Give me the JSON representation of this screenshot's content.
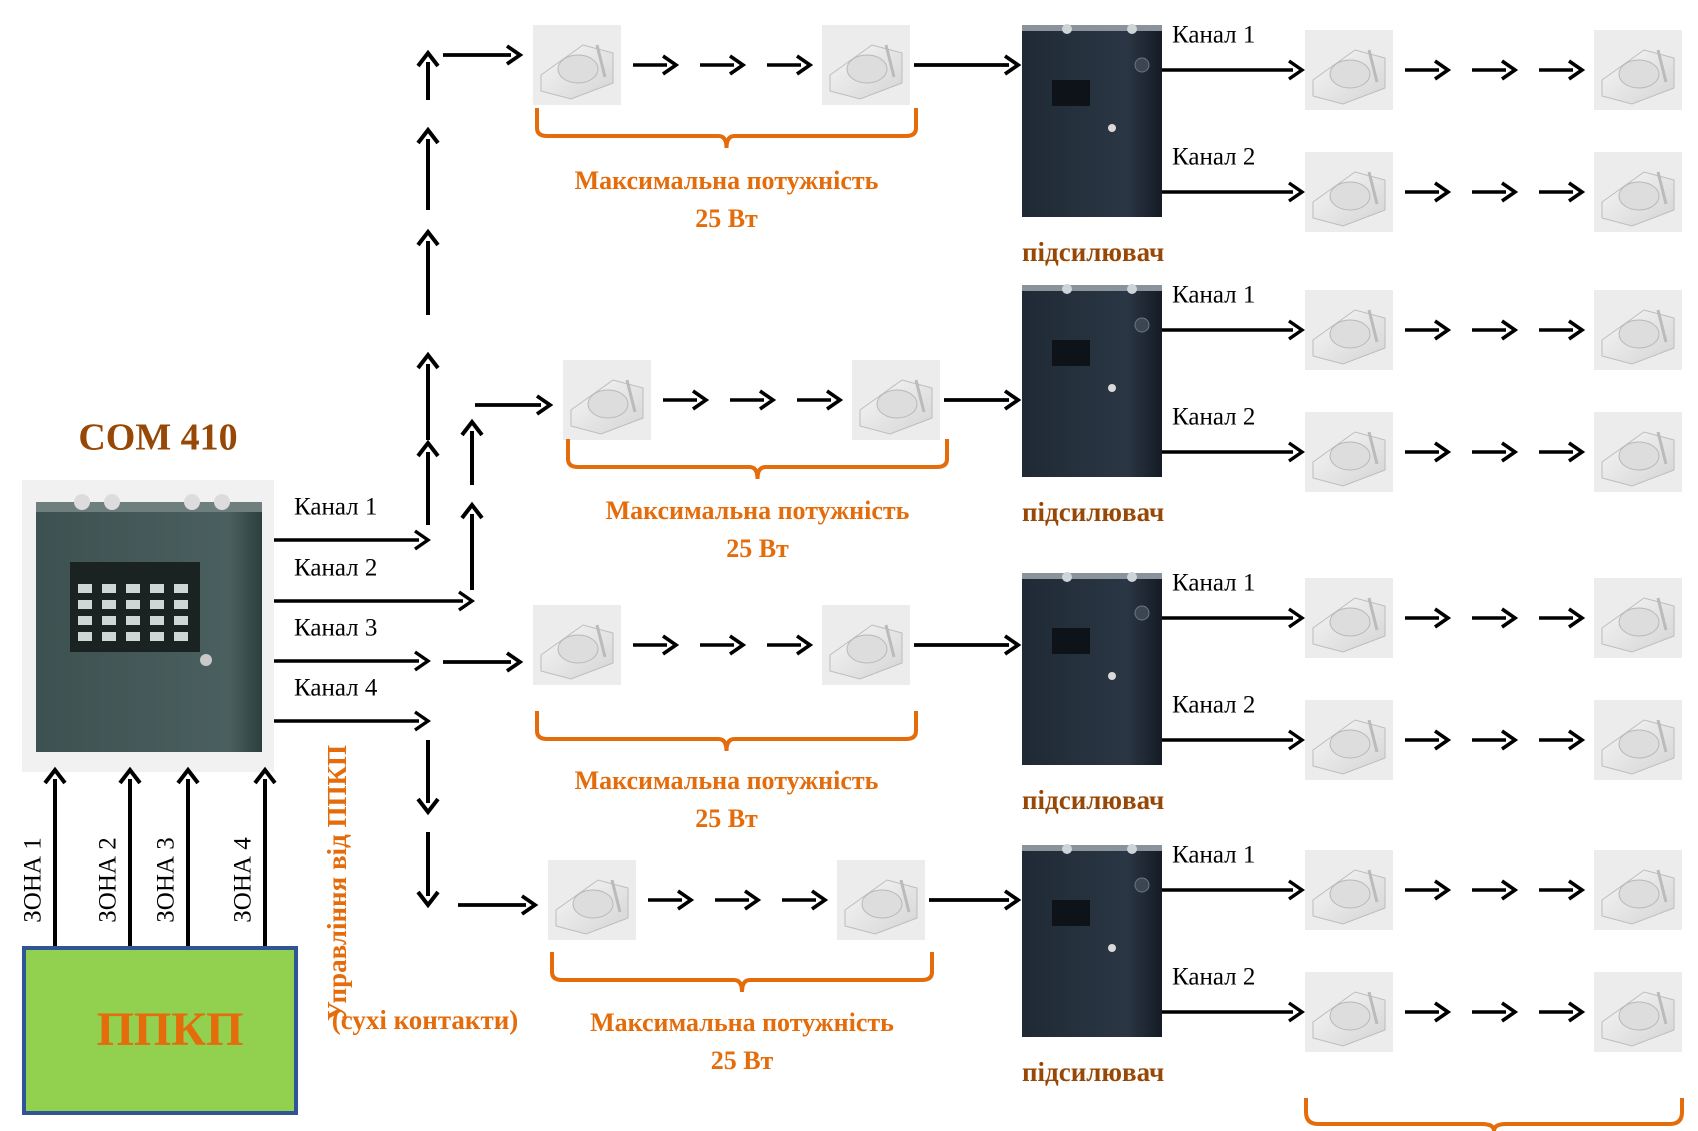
{
  "diagram": {
    "controller": {
      "title": "COM 410",
      "name": "controller-com410"
    },
    "controller_channels": [
      "Канал 1",
      "Канал 2",
      "Канал 3",
      "Канал 4"
    ],
    "zones": [
      "ЗОНА 1",
      "ЗОНА 2",
      "ЗОНА 3",
      "ЗОНА 4"
    ],
    "ppkp": {
      "label": "ППКП",
      "fill": "#92d050",
      "border": "#2f5597"
    },
    "control_label": "Управління від ППКП",
    "dry_contacts": "(сухі контакти)",
    "power_caption": {
      "line1": "Максимальна потужність",
      "line2": "25 Вт"
    },
    "amplifier_label": "підсилювач",
    "amplifier_channels": [
      "Канал 1",
      "Канал 2"
    ],
    "colors": {
      "accent_orange": "#e46c0a",
      "title_brown": "#984806",
      "arrow": "#000000"
    },
    "icons": {
      "speaker": "ceiling-speaker-icon",
      "amplifier": "amplifier-cabinet-icon",
      "controller": "controller-cabinet-icon"
    }
  }
}
